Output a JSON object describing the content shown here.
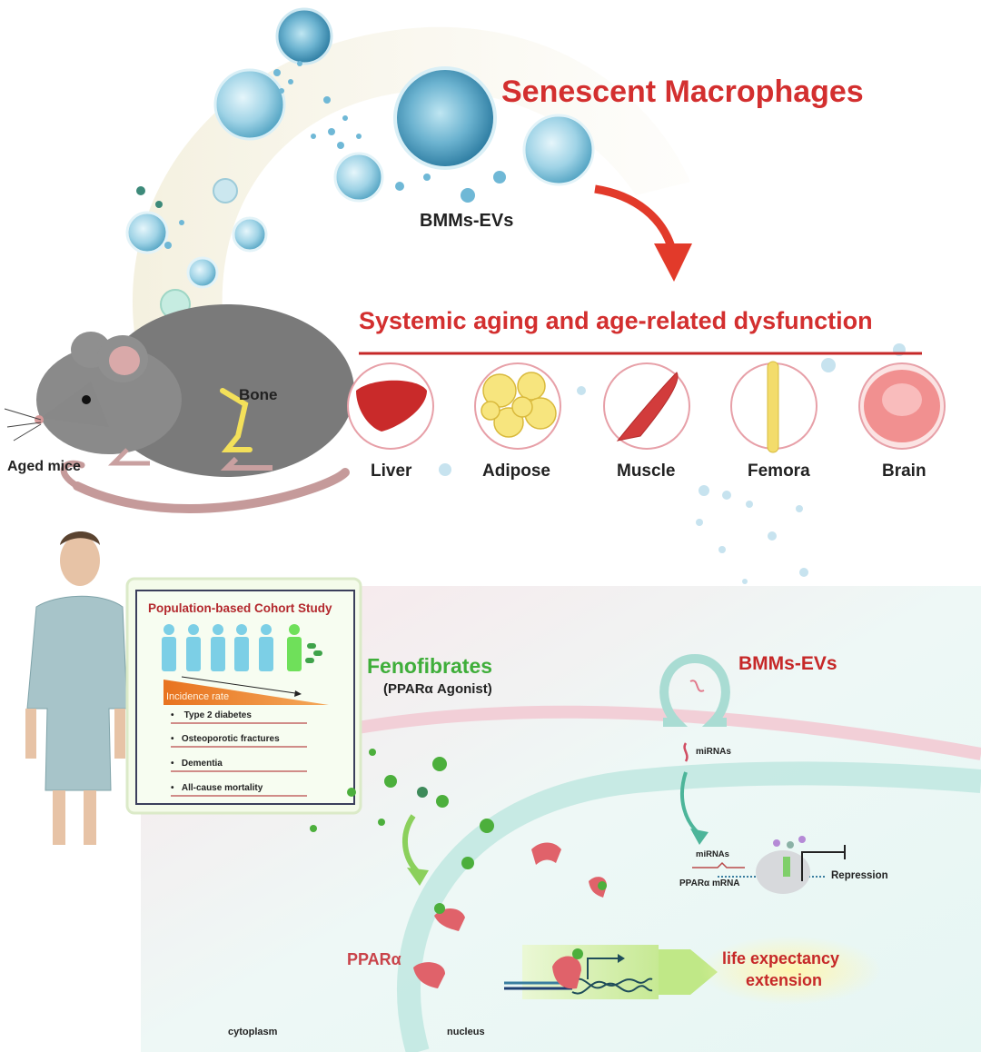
{
  "top": {
    "title": "Senescent Macrophages",
    "evs_label": "BMMs-EVs",
    "mouse_label": "Aged mice",
    "bone_label": "Bone",
    "dysfunction_title": "Systemic aging and age-related dysfunction",
    "organs": [
      {
        "name": "Liver"
      },
      {
        "name": "Adipose"
      },
      {
        "name": "Muscle"
      },
      {
        "name": "Femora"
      },
      {
        "name": "Brain"
      }
    ]
  },
  "cohort": {
    "title": "Population-based Cohort Study",
    "incidence_label": "Incidence rate",
    "outcomes": [
      "Type 2 diabetes",
      "Osteoporotic fractures",
      "Dementia",
      "All-cause mortality"
    ]
  },
  "cell": {
    "drug_name": "Fenofibrates",
    "drug_class": "(PPARα Agonist)",
    "evs_label": "BMMs-EVs",
    "mirnas_label": "miRNAs",
    "mirnas_label2": "miRNAs",
    "mrna_label": "PPARα mRNA",
    "repression_label": "Repression",
    "ppara_label": "PPARα",
    "outcome_line1": "life expectancy",
    "outcome_line2": "extension",
    "cytoplasm_label": "cytoplasm",
    "nucleus_label": "nucleus"
  },
  "colors": {
    "accent_red": "#d32f2f",
    "fenofibrate_green": "#3fae3a",
    "membrane_teal": "#a9dcd3",
    "macrophage_blue": "#7fc6dc"
  }
}
